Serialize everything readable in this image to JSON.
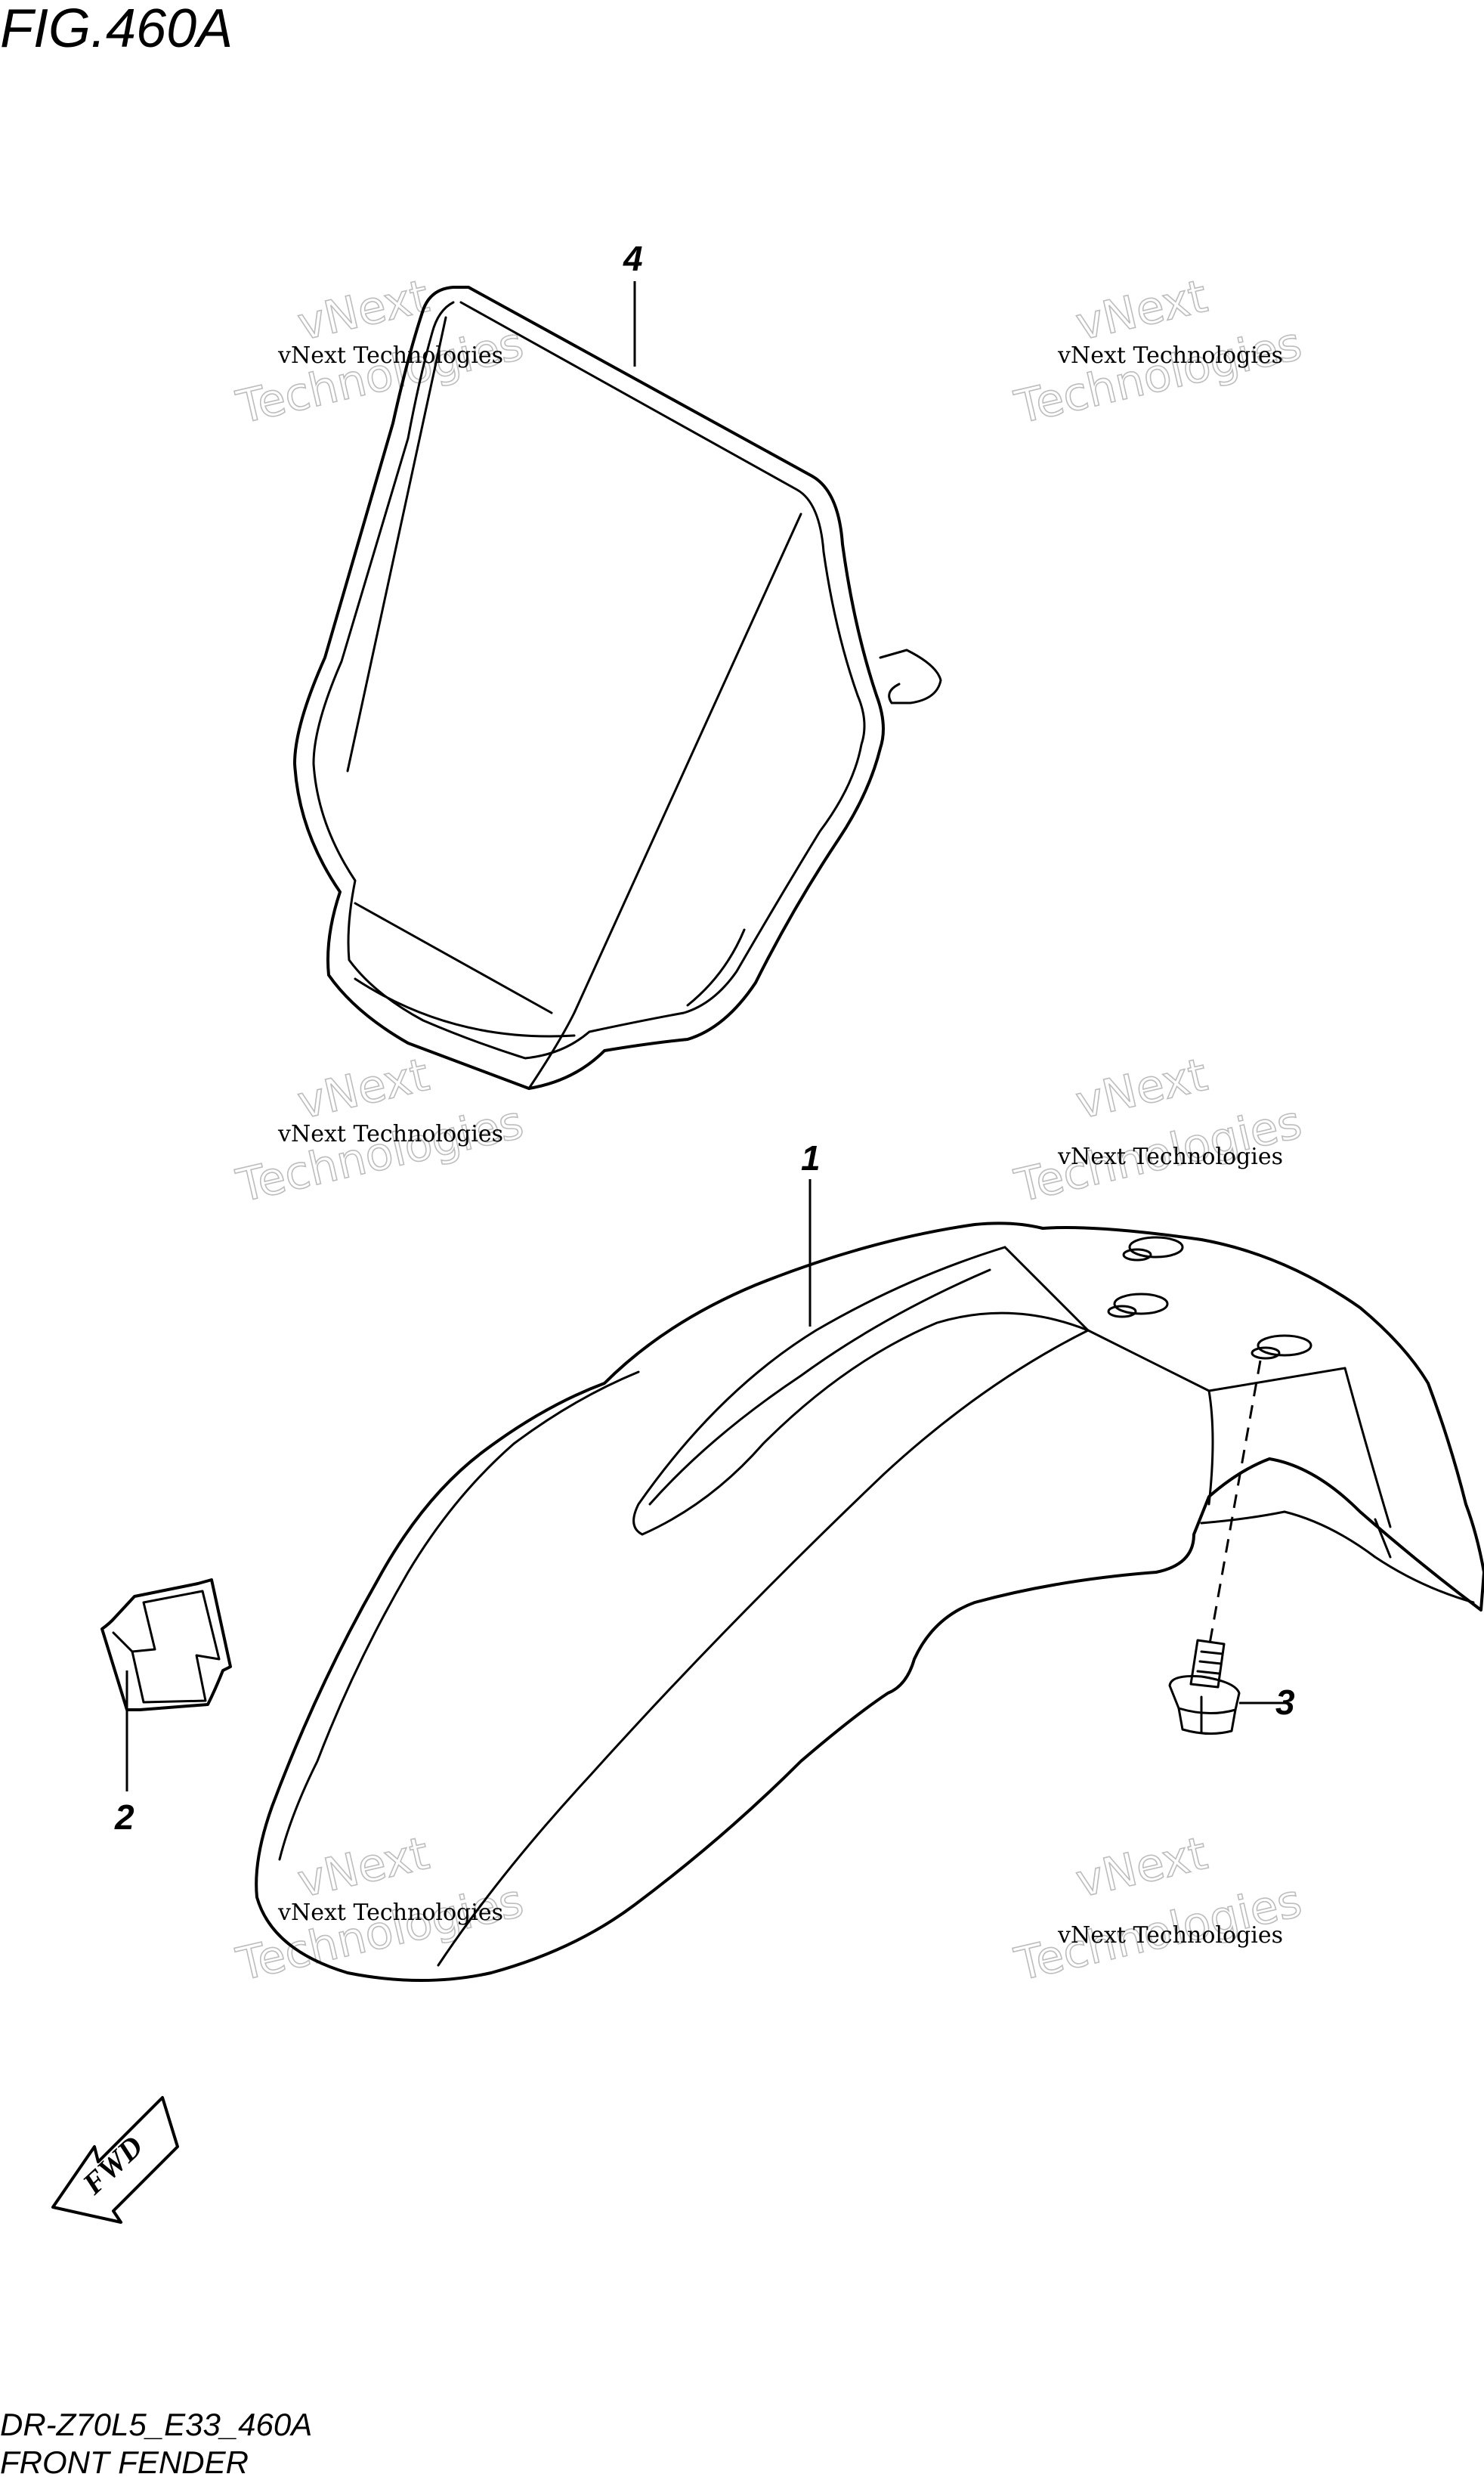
{
  "figure": {
    "title": "FIG.460A",
    "code": "DR-Z70L5_E33_460A",
    "name": "FRONT FENDER"
  },
  "callouts": [
    {
      "id": "number-plate",
      "number": "4"
    },
    {
      "id": "front-fender",
      "number": "1"
    },
    {
      "id": "emblem",
      "number": "2"
    },
    {
      "id": "bolt",
      "number": "3"
    }
  ],
  "fwd_label": "FWD",
  "watermark": {
    "small_text": "vNext Technologies",
    "big_line1": "vNext",
    "big_line2": "Technologies"
  },
  "colors": {
    "line": "#000000",
    "background": "#ffffff",
    "watermark": "#bdbdbd"
  }
}
